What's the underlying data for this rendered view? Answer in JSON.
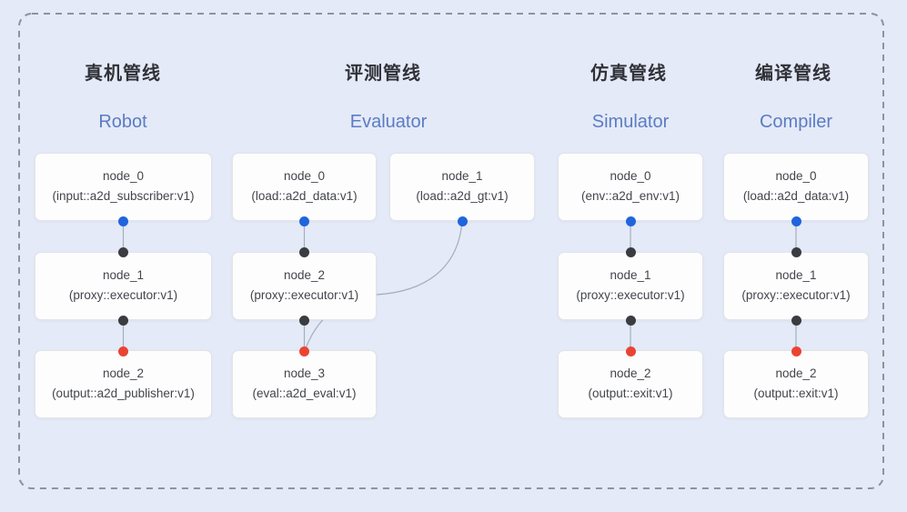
{
  "colors": {
    "background": "#e4eaf7",
    "box_fill": "#fdfdfe",
    "box_border": "#e2e4e9",
    "dashed_border": "#8e939d",
    "edge_line": "#a3aebe",
    "title_zh": "#303238",
    "title_en": "#5b7cc4",
    "node_text": "#43454a",
    "dot_blue": "#2065dd",
    "dot_black": "#3b3c40",
    "dot_red": "#ea4334"
  },
  "pipelines": [
    {
      "title_zh": "真机管线",
      "title_en": "Robot",
      "nodes": [
        {
          "name": "node_0",
          "type": "(input::a2d_subscriber:v1)"
        },
        {
          "name": "node_1",
          "type": "(proxy::executor:v1)"
        },
        {
          "name": "node_2",
          "type": "(output::a2d_publisher:v1)"
        }
      ]
    },
    {
      "title_zh": "评测管线",
      "title_en": "Evaluator",
      "nodes": [
        {
          "name": "node_0",
          "type": "(load::a2d_data:v1)"
        },
        {
          "name": "node_1",
          "type": "(load::a2d_gt:v1)"
        },
        {
          "name": "node_2",
          "type": "(proxy::executor:v1)"
        },
        {
          "name": "node_3",
          "type": "(eval::a2d_eval:v1)"
        }
      ]
    },
    {
      "title_zh": "仿真管线",
      "title_en": "Simulator",
      "nodes": [
        {
          "name": "node_0",
          "type": "(env::a2d_env:v1)"
        },
        {
          "name": "node_1",
          "type": "(proxy::executor:v1)"
        },
        {
          "name": "node_2",
          "type": "(output::exit:v1)"
        }
      ]
    },
    {
      "title_zh": "编译管线",
      "title_en": "Compiler",
      "nodes": [
        {
          "name": "node_0",
          "type": "(load::a2d_data:v1)"
        },
        {
          "name": "node_1",
          "type": "(proxy::executor:v1)"
        },
        {
          "name": "node_2",
          "type": "(output::exit:v1)"
        }
      ]
    }
  ]
}
